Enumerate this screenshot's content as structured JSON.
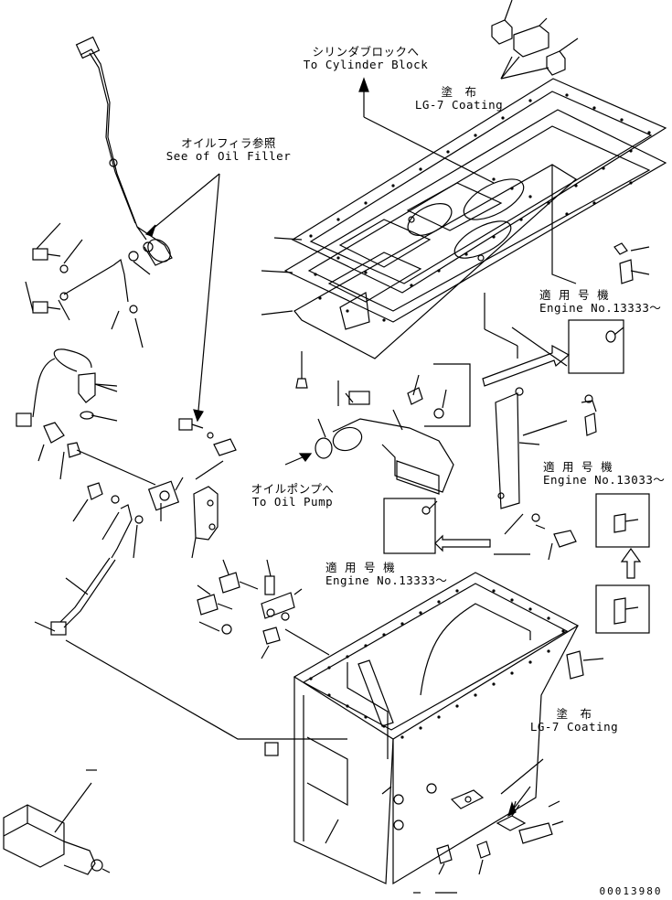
{
  "labels": {
    "cylinder_block": {
      "jp": "シリンダブロックへ",
      "en": "To Cylinder Block"
    },
    "coating_top": {
      "jp": "塗　布",
      "en": "LG-7 Coating"
    },
    "oil_filler": {
      "jp": "オイルフィラ参照",
      "en": "See of Oil Filler"
    },
    "engine_13333_a": {
      "jp": "適 用 号 機",
      "en": "Engine No.13333～"
    },
    "engine_13033": {
      "jp": "適 用 号 機",
      "en": "Engine No.13033～"
    },
    "oil_pump": {
      "jp": "オイルポンプへ",
      "en": "To Oil Pump"
    },
    "engine_13333_b": {
      "jp": "適 用 号 機",
      "en": "Engine No.13333～"
    },
    "coating_bottom": {
      "jp": "塗　布",
      "en": "LG-7 Coating"
    }
  },
  "serial": "00013980",
  "colors": {
    "line": "#000000",
    "background": "#ffffff"
  }
}
